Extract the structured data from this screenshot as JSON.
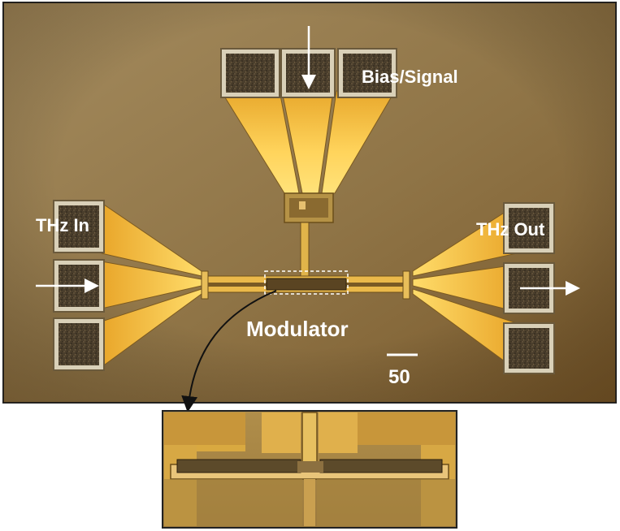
{
  "labels": {
    "bias_signal": "Bias/Signal",
    "thz_in": "THz In",
    "thz_out": "THz Out",
    "modulator": "Modulator",
    "scale_value": "50"
  },
  "colors": {
    "substrate": "#9c7a42",
    "gold": "#f2ba3a",
    "gold_light": "#ffd866",
    "pad_dark": "#3e3528",
    "frame": "#222222",
    "arrow": "#ffffff"
  },
  "icons": [
    "arrow-down-icon",
    "arrow-right-icon",
    "scale-bar-icon",
    "zoom-callout-icon"
  ]
}
